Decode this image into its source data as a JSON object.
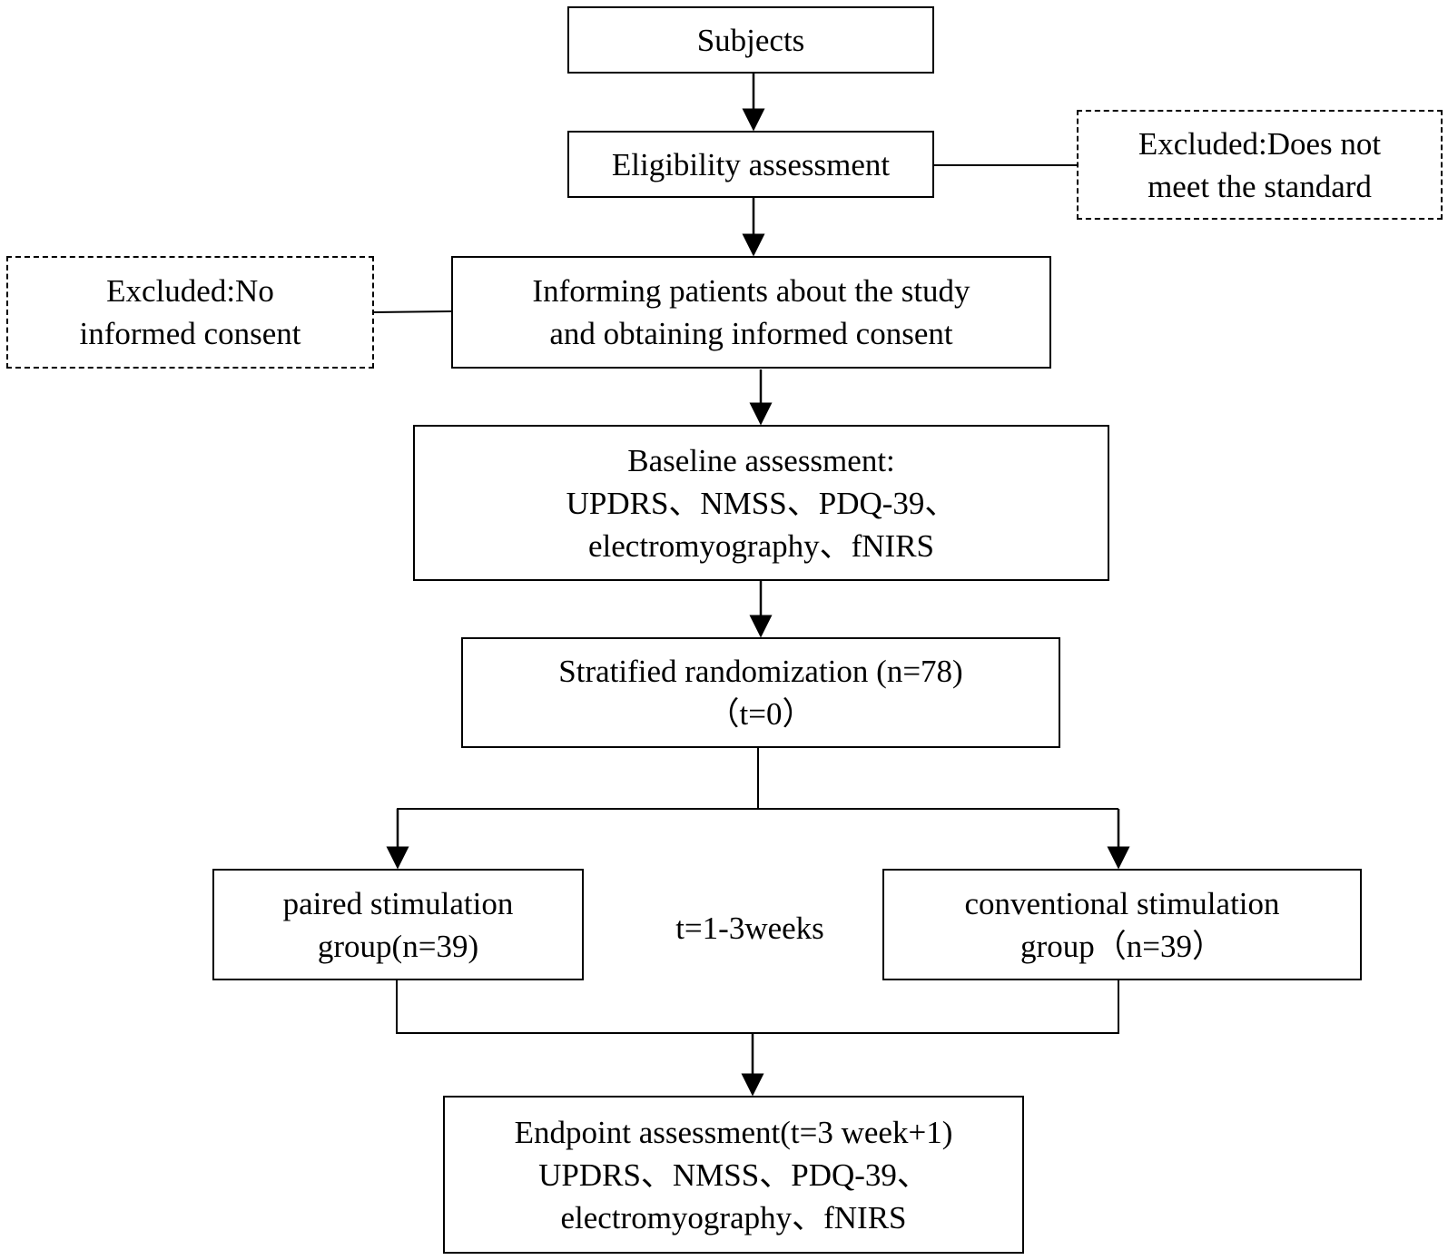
{
  "nodes": {
    "subjects": {
      "lines": [
        "Subjects"
      ]
    },
    "eligibility": {
      "lines": [
        "Eligibility assessment"
      ]
    },
    "excluded_standard": {
      "lines": [
        "Excluded:Does not",
        "meet the standard"
      ]
    },
    "informing": {
      "lines": [
        "Informing patients about the study",
        "and obtaining informed consent"
      ]
    },
    "excluded_consent": {
      "lines": [
        "Excluded:No",
        "informed consent"
      ]
    },
    "baseline": {
      "lines": [
        "Baseline assessment:",
        "UPDRS、NMSS、PDQ-39、",
        "electromyography、fNIRS"
      ]
    },
    "randomization": {
      "lines": [
        "Stratified randomization (n=78)",
        "（t=0）"
      ]
    },
    "paired": {
      "lines": [
        "paired stimulation",
        "group(n=39)"
      ]
    },
    "conventional": {
      "lines": [
        "conventional stimulation",
        "group（n=39）"
      ]
    },
    "endpoint": {
      "lines": [
        "Endpoint assessment(t=3 week+1)",
        "UPDRS、NMSS、PDQ-39、",
        "electromyography、fNIRS"
      ]
    }
  },
  "labels": {
    "duration": "t=1-3weeks"
  },
  "style": {
    "stroke_color": "#000000",
    "background": "#ffffff"
  }
}
